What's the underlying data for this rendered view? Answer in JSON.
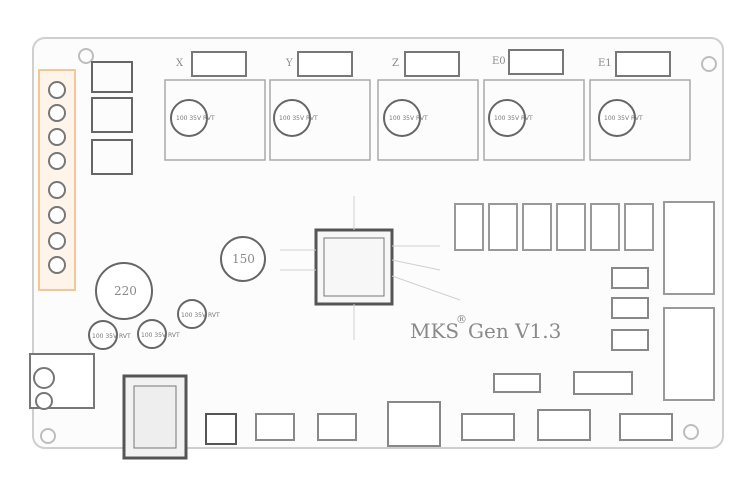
{
  "board": {
    "brand_text": "MKS",
    "model_text": "Gen V1.3",
    "registered_mark": "®",
    "driver_labels": [
      "X",
      "Y",
      "Z",
      "E0",
      "E1"
    ],
    "capacitor_labels": [
      "100 35V RVT",
      "100 35V RVT",
      "100 35V RVT",
      "100 35V RVT",
      "100 35V RVT"
    ],
    "inductor_1": "150",
    "inductor_2": "220",
    "left_caps": [
      "100 35V RVT",
      "100 35V RVT",
      "100 35V RVT"
    ]
  }
}
